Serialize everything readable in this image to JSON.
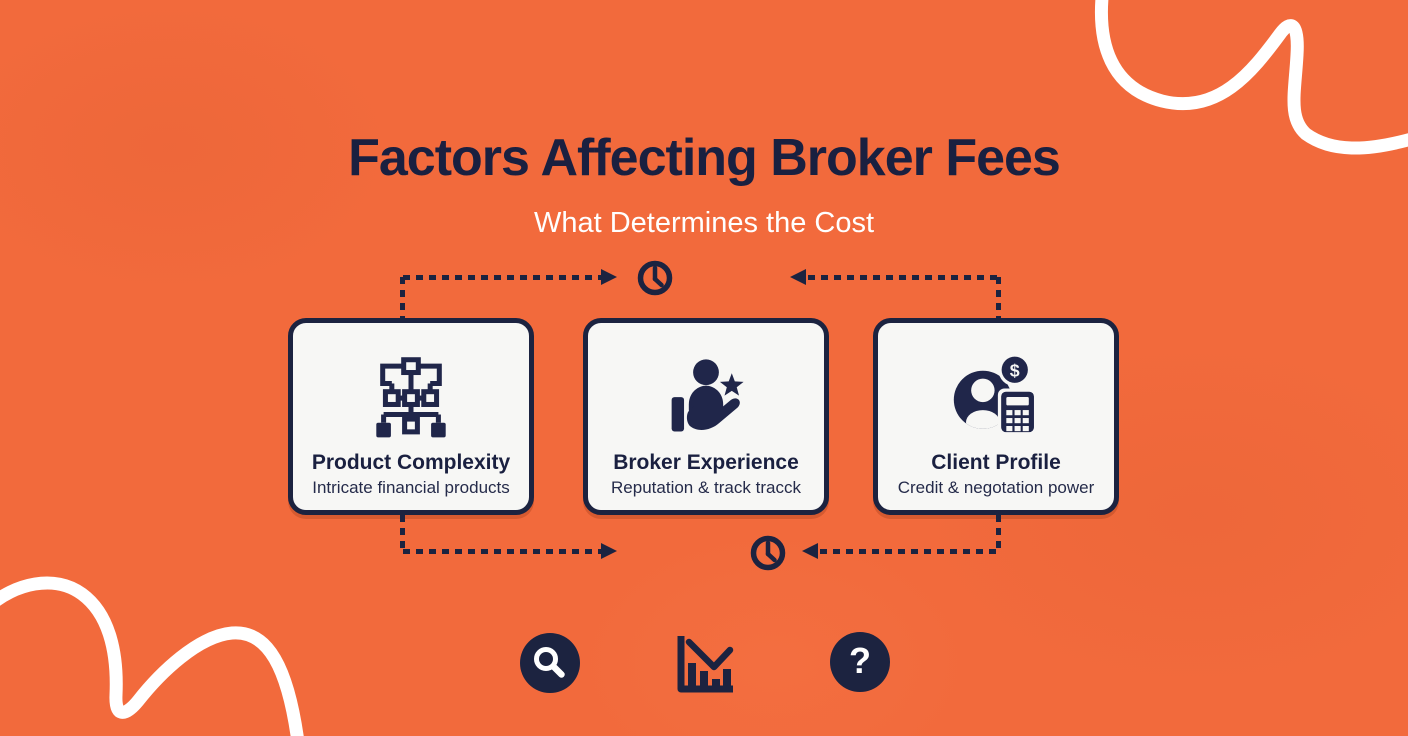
{
  "header": {
    "title": "Factors Affecting Broker Fees",
    "subtitle": "What Determines the Cost"
  },
  "cards": [
    {
      "title": "Product Complexity",
      "description": "Intricate financial products",
      "icon": "sitemap-icon"
    },
    {
      "title": "Broker Experience",
      "description": "Reputation & track tracck",
      "icon": "hand-person-star-icon"
    },
    {
      "title": "Client Profile",
      "description": "Credit & negotation power",
      "icon": "person-dollar-calculator-icon"
    }
  ],
  "glyphs": {
    "question_mark": "?",
    "dollar": "$"
  },
  "footer": {
    "icons": [
      "search-icon",
      "bar-chart-declining-icon",
      "question-mark-icon"
    ]
  },
  "colors": {
    "background": "#F26A3C",
    "navy": "#1C2340",
    "card_background": "#F7F7F5",
    "accent_white": "#FFFFFF"
  }
}
